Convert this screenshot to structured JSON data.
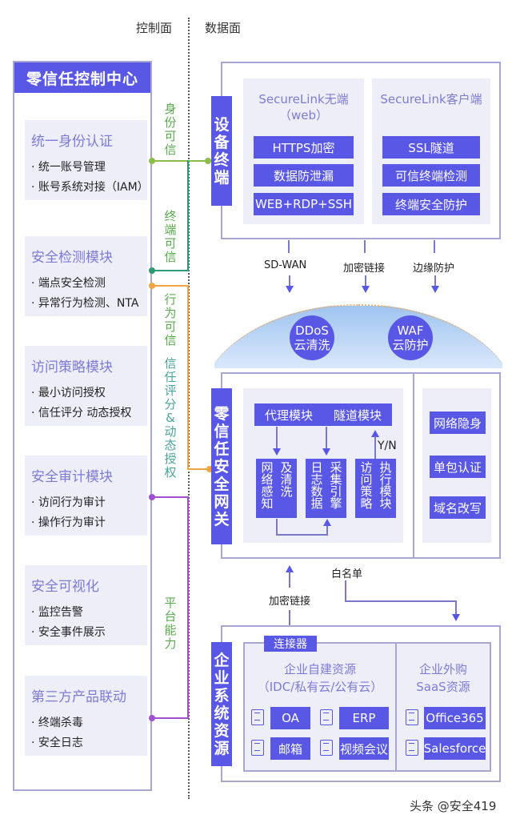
{
  "headers": {
    "control_plane": "控制面",
    "data_plane": "数据面"
  },
  "control_center": {
    "title": "零信任控制中心",
    "modules": [
      {
        "title": "统一身份认证",
        "items": [
          "· 统一账号管理",
          "· 账号系统对接（IAM）"
        ]
      },
      {
        "title": "安全检测模块",
        "items": [
          "· 端点安全检测",
          "· 异常行为检测、NTA"
        ]
      },
      {
        "title": "访问策略模块",
        "items": [
          "· 最小访问授权",
          "· 信任评分 动态授权"
        ]
      },
      {
        "title": "安全审计模块",
        "items": [
          "· 访问行为审计",
          "· 操作行为审计"
        ]
      },
      {
        "title": "安全可视化",
        "items": [
          "· 监控告警",
          "· 安全事件展示"
        ]
      },
      {
        "title": "第三方产品联动",
        "items": [
          "· 终端杀毒",
          "· 安全日志"
        ]
      }
    ]
  },
  "connector_labels": {
    "identity_trust": "身份可信",
    "endpoint_trust": "终端可信",
    "behavior_trust": "行为可信",
    "trust_score": "信任评分&动态授权",
    "platform_capability": "平台能力"
  },
  "colors": {
    "accent": "#5957e6",
    "panel": "#eeeef9",
    "border": "#a9a6cf",
    "green": "#8bbf4a",
    "teal": "#2e9b74",
    "orange": "#f0a540",
    "purple": "#a24fd0"
  },
  "device": {
    "label": "设备终端",
    "clientless": {
      "title": "SecureLink无端",
      "subtitle": "（web）",
      "buttons": [
        "HTTPS加密",
        "数据防泄漏",
        "WEB+RDP+SSH"
      ]
    },
    "client": {
      "title": "SecureLink客户端",
      "buttons": [
        "SSL隧道",
        "可信终端检测",
        "终端安全防护"
      ]
    }
  },
  "links": {
    "sdwan": "SD-WAN",
    "encrypted": "加密链接",
    "edge": "边缘防护"
  },
  "cloud": {
    "ddos": {
      "line1": "DDoS",
      "line2": "云清洗"
    },
    "waf": {
      "line1": "WAF",
      "line2": "云防护"
    }
  },
  "gateway": {
    "label": "零信任安全网关",
    "top_bar": {
      "proxy": "代理模块",
      "tunnel": "隧道模块"
    },
    "yn": "Y/N",
    "blocks": [
      {
        "col1": "网络感知",
        "col2": "及清洗"
      },
      {
        "col1": "日志数据",
        "col2": "采集引擎"
      },
      {
        "col1": "访问策略",
        "col2": "执行模块"
      }
    ],
    "side_buttons": [
      "网络隐身",
      "单包认证",
      "域名改写"
    ]
  },
  "between": {
    "whitelist": "白名单",
    "encrypted": "加密链接"
  },
  "enterprise": {
    "label": "企业系统资源",
    "connector_tag": "连接器",
    "self_built": {
      "title": "企业自建资源",
      "subtitle": "（IDC/私有云/公有云）",
      "apps": [
        "OA",
        "ERP",
        "邮箱",
        "视频会议"
      ]
    },
    "saas": {
      "title": "企业外购",
      "subtitle": "SaaS资源",
      "apps": [
        "Office365",
        "Salesforce"
      ]
    }
  },
  "watermark": "头条 @安全419"
}
